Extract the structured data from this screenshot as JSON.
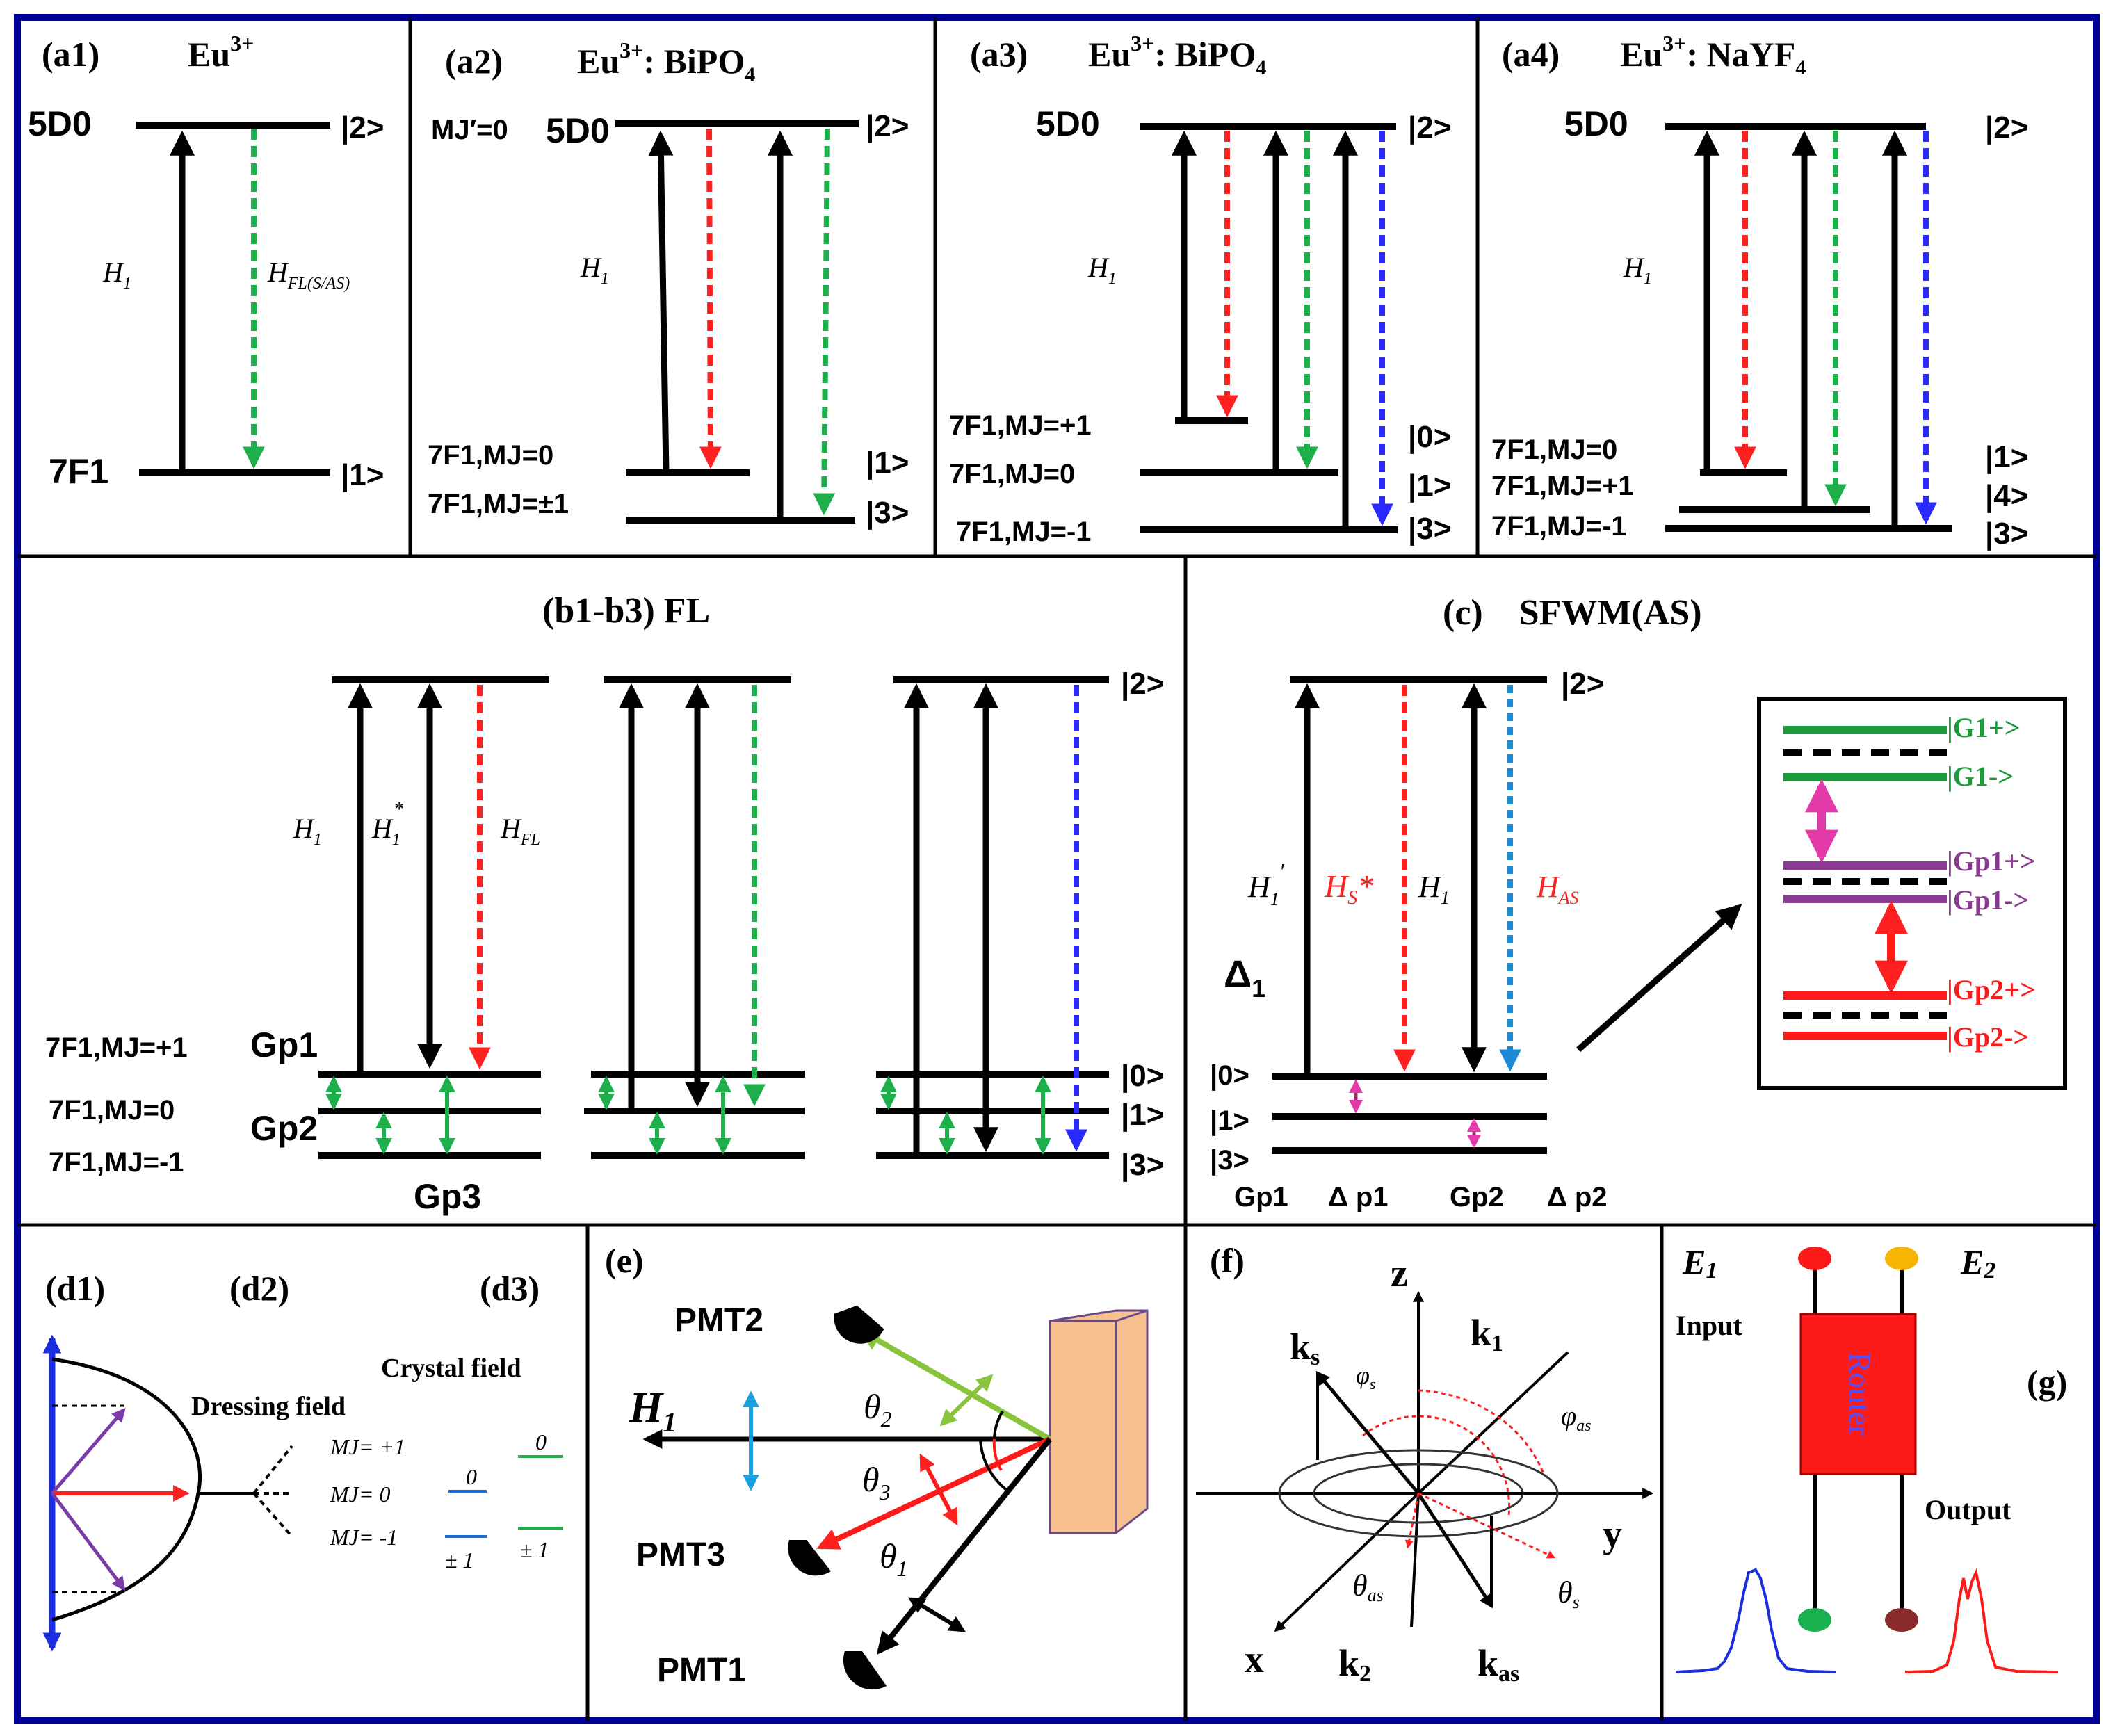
{
  "panels": {
    "a1": {
      "tag": "(a1)",
      "title": "Eu",
      "sup": "3+",
      "upper": "5D0",
      "lower": "7F1",
      "ket_upper": "|2>",
      "ket_lower": "|1>",
      "label_h1": "H",
      "label_h1_sub": "1",
      "label_fl": "H",
      "label_fl_sub": "FL(S/AS)"
    },
    "a2": {
      "tag": "(a2)",
      "title": "Eu",
      "sup": "3+",
      "title_rest": ": BiPO",
      "title_sub": "4",
      "mj_prime": "MJ′=0",
      "upper": "5D0",
      "lvl1": "7F1,MJ=0",
      "lvl2": "7F1,MJ=±1",
      "ket_upper": "|2>",
      "ket1": "|1>",
      "ket2": "|3>",
      "label_h1": "H",
      "label_h1_sub": "1"
    },
    "a3": {
      "tag": "(a3)",
      "title": "Eu",
      "sup": "3+",
      "title_rest": ": BiPO",
      "title_sub": "4",
      "upper": "5D0",
      "lvl1": "7F1,MJ=+1",
      "lvl2": "7F1,MJ=0",
      "lvl3": "7F1,MJ=-1",
      "ket_upper": "|2>",
      "ket1": "|0>",
      "ket2": "|1>",
      "ket3": "|3>",
      "label_h1": "H",
      "label_h1_sub": "1"
    },
    "a4": {
      "tag": "(a4)",
      "title": "Eu",
      "sup": "3+",
      "title_rest": ": NaYF",
      "title_sub": "4",
      "upper": "5D0",
      "lvl1": "7F1,MJ=0",
      "lvl2": "7F1,MJ=+1",
      "lvl3": "7F1,MJ=-1",
      "ket_upper": "|2>",
      "ket1": "|1>",
      "ket2": "|4>",
      "ket3": "|3>",
      "label_h1": "H",
      "label_h1_sub": "1"
    },
    "b": {
      "title": "(b1-b3) FL",
      "lvl1": "7F1,MJ=+1",
      "lvl2": "7F1,MJ=0",
      "lvl3": "7F1,MJ=-1",
      "gp1": "Gp1",
      "gp2": "Gp2",
      "gp3": "Gp3",
      "label_h1": "H",
      "label_h1_sub": "1",
      "label_h1star": "H",
      "label_h1star_sub": "1",
      "label_h1star_sup": "*",
      "label_hfl": "H",
      "label_hfl_sub": "FL",
      "ket_upper": "|2>",
      "ket0": "|0>",
      "ket1": "|1>",
      "ket3": "|3>"
    },
    "c": {
      "title": "(c)    SFWM(AS)",
      "ket_upper": "|2>",
      "ket0": "|0>",
      "ket1": "|1>",
      "ket3": "|3>",
      "h1prime": "H",
      "h1prime_sub": "1",
      "h1prime_sup": "′",
      "hs": "H",
      "hs_sub": "S",
      "hs_sup": "*",
      "h1": "H",
      "h1_sub": "1",
      "has": "H",
      "has_sub": "AS",
      "delta1": "Δ",
      "delta1_sub": "1",
      "gp1": "Gp1",
      "dp1": "Δ p1",
      "gp2": "Gp2",
      "dp2": "Δ p2",
      "inset": {
        "g1p": "|G1+>",
        "g1m": "|G1->",
        "gp1p": "|Gp1+>",
        "gp1m": "|Gp1->",
        "gp2p": "|Gp2+>",
        "gp2m": "|Gp2->"
      }
    },
    "d": {
      "d1": "(d1)",
      "d2": "(d2)",
      "d3": "(d3)",
      "crystal": "Crystal field",
      "dressing": "Dressing field",
      "mj_p1": "MJ= +1",
      "mj_0": "MJ= 0",
      "mj_m1": "MJ= -1",
      "v0a": "0",
      "v0b": "0",
      "vpm1a": "± 1",
      "vpm1b": "± 1"
    },
    "e": {
      "tag": "(e)",
      "pmt1": "PMT1",
      "pmt2": "PMT2",
      "pmt3": "PMT3",
      "h1": "H",
      "h1_sub": "1",
      "th1": "θ",
      "th1_sub": "1",
      "th2": "θ",
      "th2_sub": "2",
      "th3": "θ",
      "th3_sub": "3"
    },
    "f": {
      "tag": "(f)",
      "z": "z",
      "y": "y",
      "x": "x",
      "ks": "k",
      "ks_sub": "s",
      "k1": "k",
      "k1_sub": "1",
      "k2": "k",
      "k2_sub": "2",
      "kas": "k",
      "kas_sub": "as",
      "phis": "φ",
      "phis_sub": "s",
      "phias": "φ",
      "phias_sub": "as",
      "thas": "θ",
      "thas_sub": "as",
      "ths": "θ",
      "ths_sub": "s"
    },
    "g": {
      "tag": "(g)",
      "e1": "E",
      "e1_sub": "1",
      "e2": "E",
      "e2_sub": "2",
      "input": "Input",
      "output": "Output",
      "router": "Router"
    }
  },
  "colors": {
    "frame": "#000099",
    "red": "#ff2020",
    "green": "#1db04a",
    "blue": "#2a2aff",
    "purple": "#7a3aa8",
    "magenta": "#e23aa8",
    "router_fill": "#ff1a1a",
    "router_text": "#5050ff",
    "crystal": "#f7c08f"
  }
}
